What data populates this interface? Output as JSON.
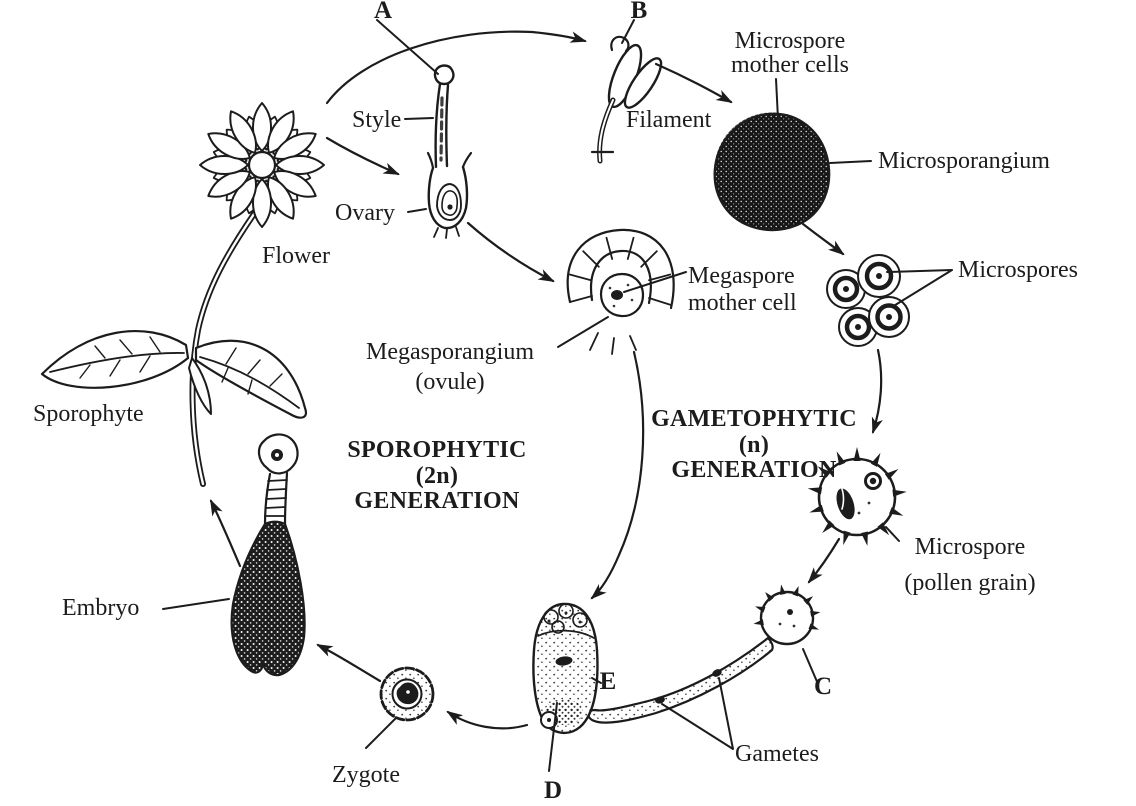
{
  "meta": {
    "description": "Hand-drawn life cycle diagram of a flowering plant (angiosperm) showing alternation of generations",
    "ink_color": "#1c1c1c",
    "paper_color": "#ffffff"
  },
  "letters": {
    "a": "A",
    "b": "B",
    "c": "C",
    "d": "D",
    "e": "E"
  },
  "labels": {
    "style": "Style",
    "ovary": "Ovary",
    "flower": "Flower",
    "filament": "Filament",
    "microspore_mother_cells": [
      "Microspore",
      "mother cells"
    ],
    "microsporangium": "Microsporangium",
    "microspores": "Microspores",
    "megaspore_mother_cell": [
      "Megaspore",
      "mother cell"
    ],
    "megasporangium": [
      "Megasporangium",
      "(ovule)"
    ],
    "sporophyte": "Sporophyte",
    "microspore_pollen_grain": [
      "Microspore",
      "(pollen grain)"
    ],
    "embryo": "Embryo",
    "gametes": "Gametes",
    "zygote": "Zygote"
  },
  "generations": {
    "sporophytic": [
      "SPOROPHYTIC",
      "(2n)",
      "GENERATION"
    ],
    "gametophytic": [
      "GAMETOPHYTIC",
      "(n)",
      "GENERATION"
    ]
  }
}
